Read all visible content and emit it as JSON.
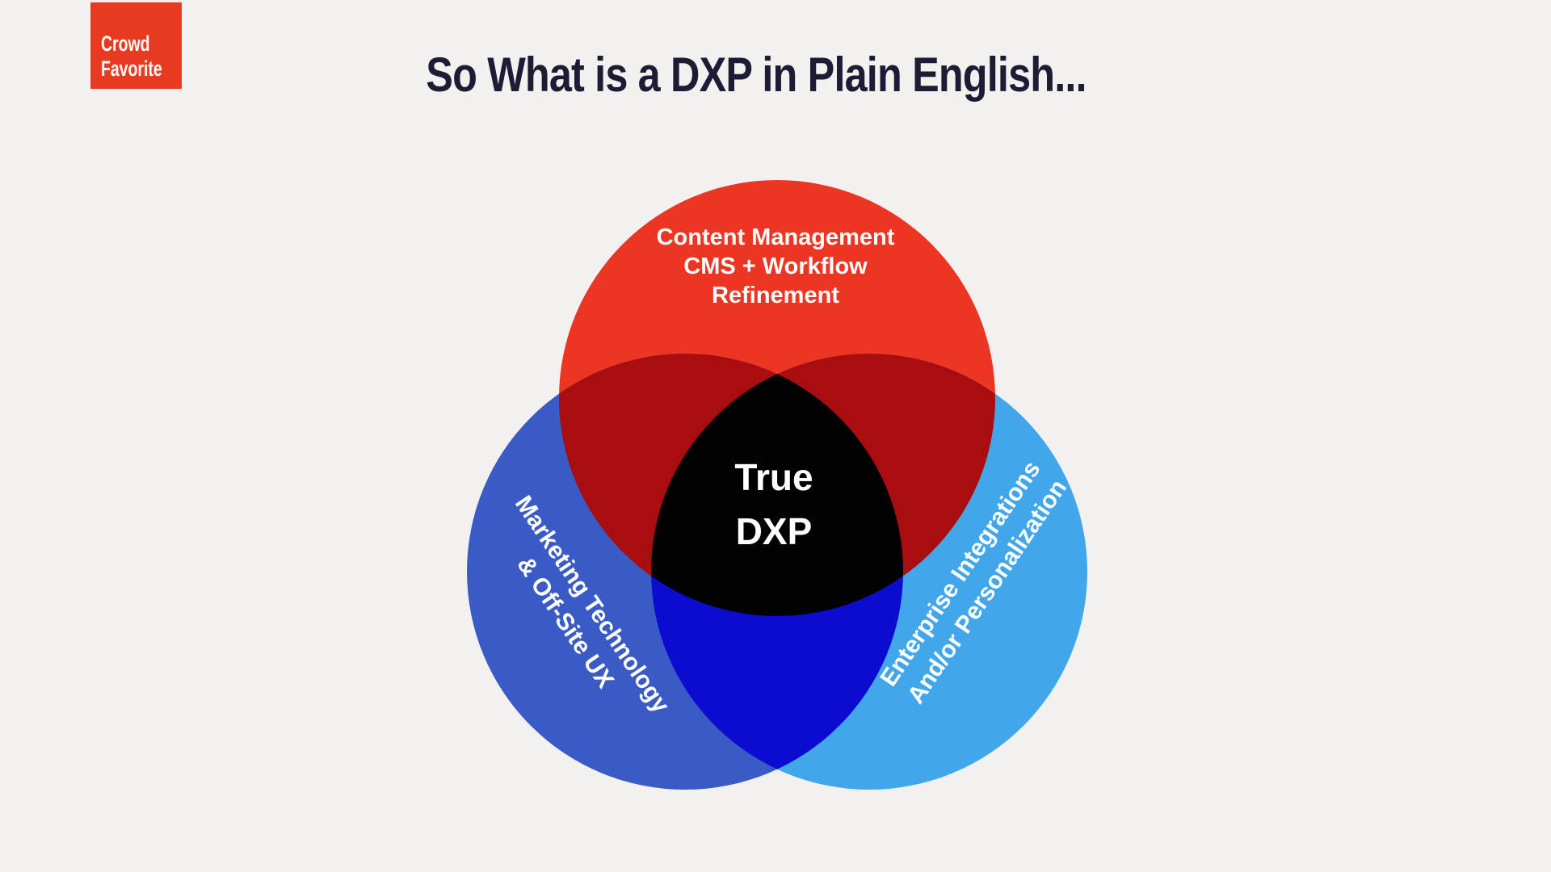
{
  "background_color": "#F2F1F0",
  "logo": {
    "lines": [
      "Crowd",
      "Favorite"
    ],
    "background": "#E73A20",
    "text_color": "#FFFFFF"
  },
  "title": {
    "text": "So What is a DXP in Plain English...",
    "color": "#1D1C34"
  },
  "venn": {
    "type": "venn-diagram",
    "center": {
      "lines": [
        "True",
        "DXP"
      ],
      "region_color": "#020202",
      "text_color": "#FFFFFF"
    },
    "circles": [
      {
        "id": "content-management",
        "label_lines": [
          "Content Management",
          "CMS + Workflow",
          "Refinement"
        ],
        "color": "#ED3524"
      },
      {
        "id": "marketing-technology",
        "label_lines": [
          "Marketing Technology",
          "& Off-Site UX"
        ],
        "color": "#3A5BC5"
      },
      {
        "id": "enterprise-integrations",
        "label_lines": [
          "Enterprise Integrations",
          "And/or Personalization"
        ],
        "color": "#41A6EA"
      }
    ],
    "overlaps": [
      {
        "between": [
          "content-management",
          "marketing-technology"
        ],
        "color": "#A80D10"
      },
      {
        "between": [
          "content-management",
          "enterprise-integrations"
        ],
        "color": "#A80D10"
      },
      {
        "between": [
          "marketing-technology",
          "enterprise-integrations"
        ],
        "color": "#0B0CD0"
      }
    ]
  }
}
